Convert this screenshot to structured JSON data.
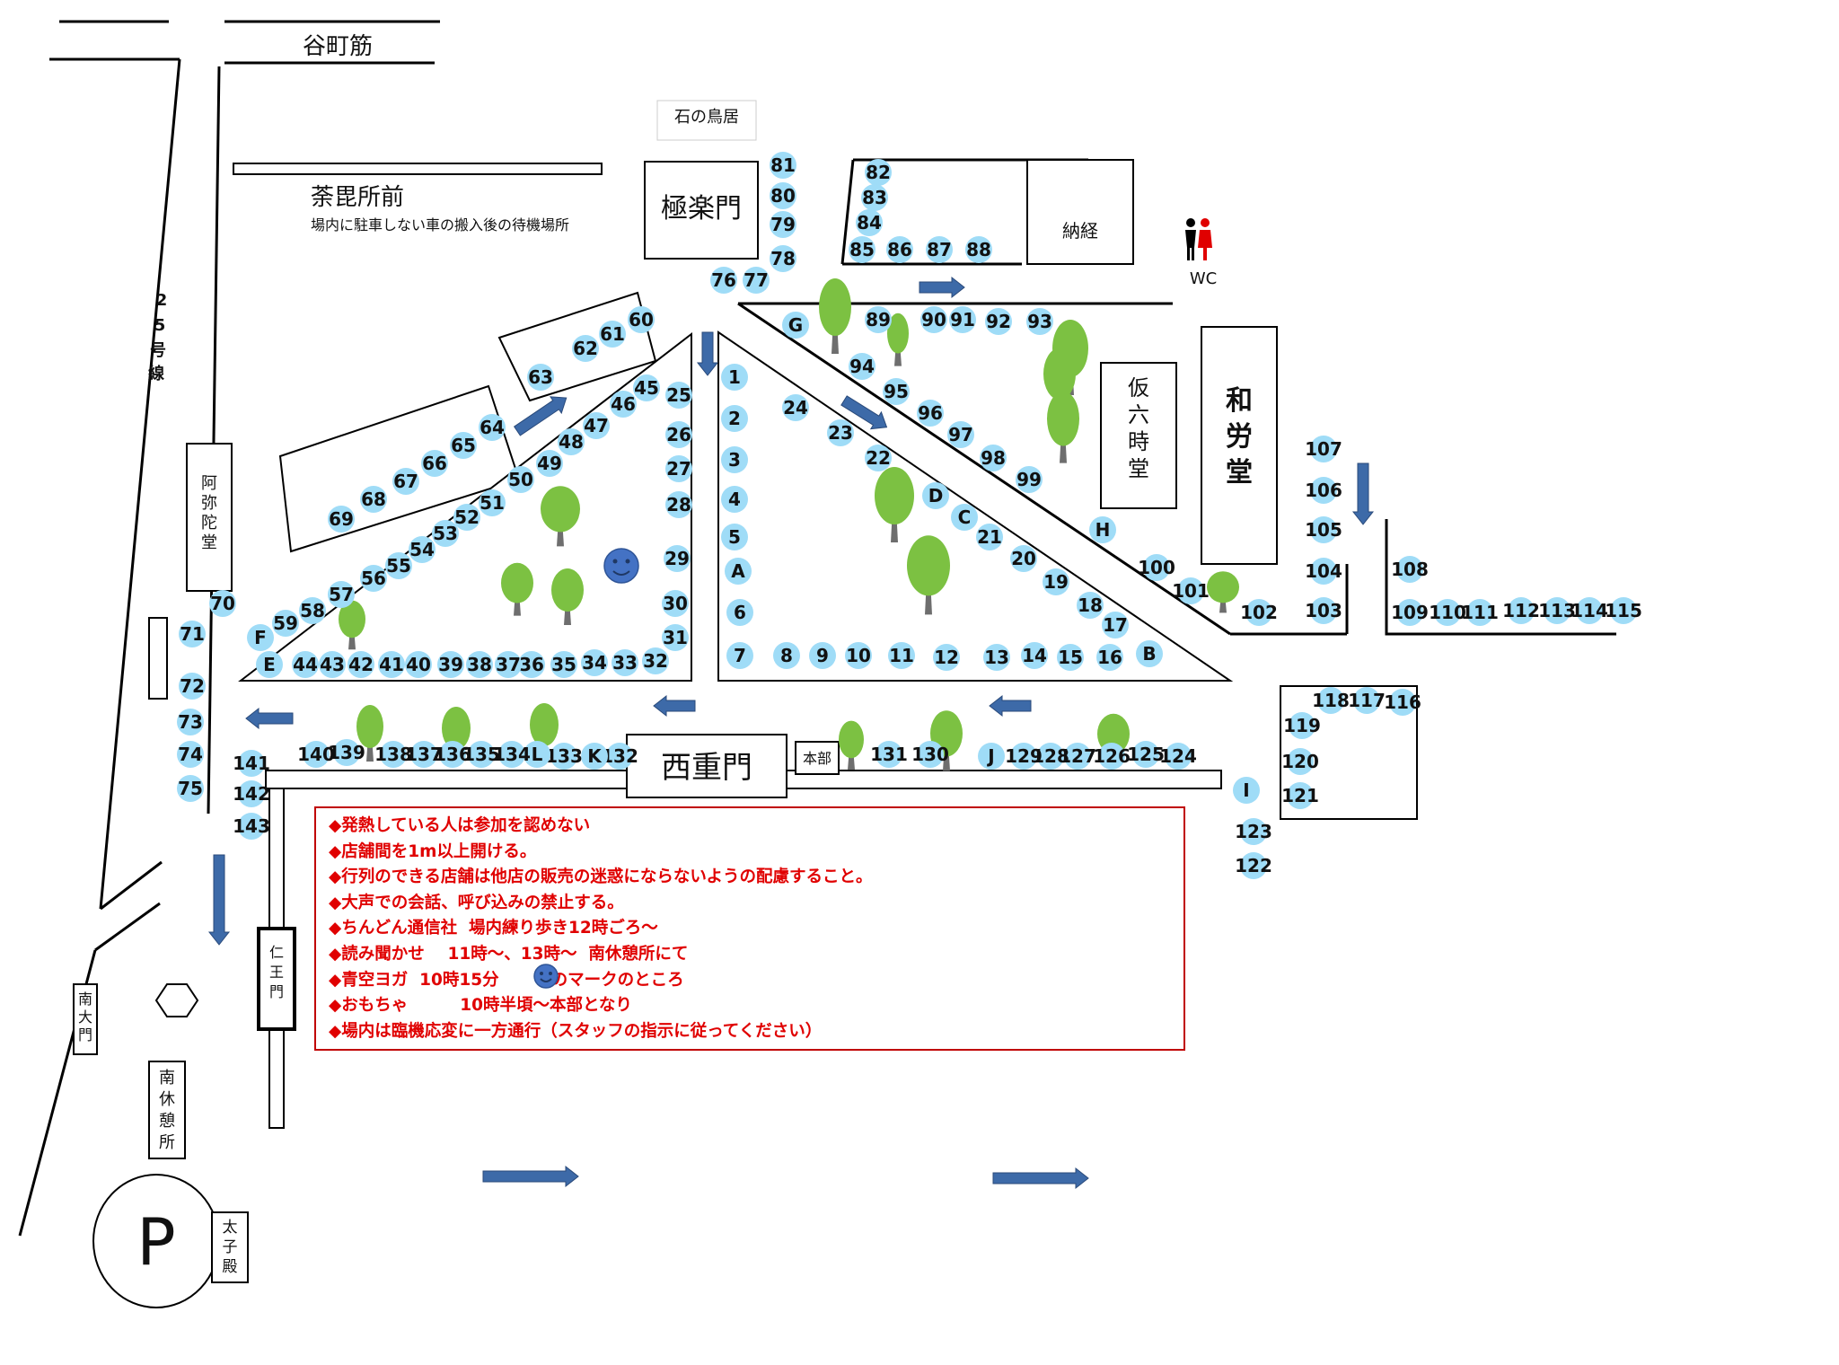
{
  "labels": {
    "tanimachi": "谷町筋",
    "ishi_torii": "石の鳥居",
    "gokurakumon": "極楽門",
    "nokyo": "納経",
    "wc": "WC",
    "chabishomae": "荼毘所前",
    "chabisho_note": "場内に駐車しない車の搬入後の待機場所",
    "route25": [
      "2",
      "5",
      "号",
      "線"
    ],
    "amidado": [
      "阿",
      "弥",
      "陀",
      "堂"
    ],
    "karirokujido": [
      "仮",
      "六",
      "時",
      "堂"
    ],
    "waroudo": [
      "和",
      "労",
      "堂"
    ],
    "saijumon": "西重門",
    "honbu": "本部",
    "niomon": [
      "仁",
      "王",
      "門"
    ],
    "minamidaimon": [
      "南",
      "大",
      "門"
    ],
    "minamikyukeisho": [
      "南",
      "休",
      "憩",
      "所"
    ],
    "parking": "P",
    "taishiden": [
      "太",
      "子",
      "殿"
    ]
  },
  "notices": [
    "◆発熱している人は参加を認めない",
    "◆店舗間を1m以上開ける。",
    "◆行列のできる店舗は他店の販売の迷惑にならないようの配慮すること。",
    "◆大声での会話、呼び込みの禁止する。",
    "◆ちんどん通信社  場内練り歩き12時ごろ～",
    "◆読み聞かせ    11時～、13時～  南休憩所にて",
    "◆青空ヨガ  10時15分         のマークのところ",
    "◆おもちゃ         10時半頃～本部となり",
    "◆場内は臨機応変に一方通行（スタッフの指示に従ってください）"
  ],
  "booths": {
    "triangle_right_col": [
      "1",
      "2",
      "3",
      "4",
      "5",
      "A",
      "6",
      "7"
    ],
    "triangle_right_bottom": [
      "8",
      "9",
      "10",
      "11",
      "12",
      "13",
      "14",
      "15",
      "16",
      "B"
    ],
    "triangle_right_diag": [
      "17",
      "18",
      "19",
      "20",
      "21",
      "C",
      "D",
      "22",
      "23",
      "24"
    ],
    "left_triangle_col": [
      "25",
      "26",
      "27",
      "28",
      "29",
      "30",
      "31",
      "32"
    ],
    "left_triangle_bottom": [
      "33",
      "34",
      "35",
      "36",
      "37",
      "38",
      "39",
      "40",
      "41",
      "42",
      "43",
      "44",
      "E"
    ],
    "left_triangle_diag": [
      "F",
      "59",
      "58",
      "57",
      "56",
      "55",
      "54",
      "53",
      "52",
      "51",
      "50",
      "49",
      "48",
      "47",
      "46",
      "45"
    ],
    "box_upper": [
      "60",
      "61",
      "62",
      "63"
    ],
    "box_lower": [
      "64",
      "65",
      "66",
      "67",
      "68",
      "69"
    ],
    "west_road": [
      "70",
      "71",
      "72",
      "73",
      "74",
      "75"
    ],
    "gate_column": [
      "76",
      "77",
      "78",
      "79",
      "80",
      "81"
    ],
    "nokyo_row": [
      "82",
      "83",
      "84",
      "85",
      "86",
      "87",
      "88"
    ],
    "north_row": [
      "G",
      "89",
      "90",
      "91",
      "92",
      "93"
    ],
    "diag_upper": [
      "94",
      "95",
      "96",
      "97",
      "98",
      "99",
      "H",
      "100",
      "101",
      "102"
    ],
    "east_col": [
      "107",
      "106",
      "105",
      "104",
      "103"
    ],
    "far_east_row": [
      "108",
      "109",
      "110",
      "111",
      "112",
      "113",
      "114",
      "115"
    ],
    "east_box": [
      "116",
      "117",
      "118",
      "119",
      "120",
      "121"
    ],
    "southeast": [
      "I",
      "123",
      "122"
    ],
    "south_row_east": [
      "124",
      "125",
      "126",
      "127",
      "128",
      "129",
      "J",
      "130",
      "131"
    ],
    "south_row_west": [
      "132",
      "K",
      "133",
      "L",
      "134",
      "135",
      "136",
      "137",
      "138",
      "139",
      "140",
      "141",
      "142",
      "143"
    ]
  }
}
